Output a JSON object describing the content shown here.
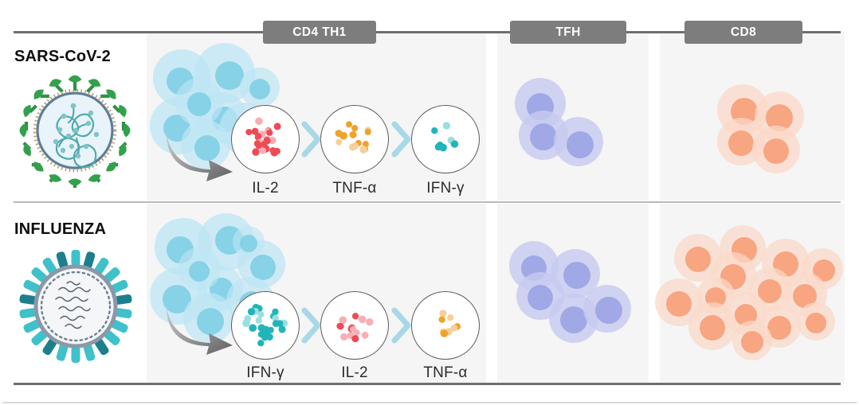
{
  "figure": {
    "type": "immunology-comparison-diagram",
    "columns": [
      {
        "id": "cd4th1",
        "label": "CD4 TH1"
      },
      {
        "id": "tfh",
        "label": "TFH"
      },
      {
        "id": "cd8",
        "label": "CD8"
      }
    ],
    "rows": [
      {
        "id": "sars",
        "label": "SARS-CoV-2",
        "virus_icon": "sars-cov-2-virion-icon",
        "cd4th1": {
          "cell_count": 8,
          "cell_color": "#bde5f4",
          "nucleus_color": "#7fcfe6",
          "arrow_icon": "curved-arrow-icon",
          "cytokines": [
            {
              "name": "IL-2",
              "color": "#ef4a55",
              "pale_color": "#f8aeb2",
              "dots": 24,
              "magnitude": "high"
            },
            {
              "name": "TNF-α",
              "color": "#f0a32a",
              "pale_color": "#f7cf9a",
              "dots": 14,
              "magnitude": "medium"
            },
            {
              "name": "IFN-γ",
              "color": "#21b5bb",
              "pale_color": "#9adfe0",
              "dots": 7,
              "magnitude": "low"
            }
          ],
          "separator_icon": "chevron-right-icon"
        },
        "tfh": {
          "cell_count": 3,
          "cell_color": "#c5caf0",
          "nucleus_color": "#9aa3e4"
        },
        "cd8": {
          "cell_count": 4,
          "cell_color": "#fbd8c8",
          "nucleus_color": "#f79f78"
        }
      },
      {
        "id": "influenza",
        "label": "INFLUENZA",
        "virus_icon": "influenza-virion-icon",
        "cd4th1": {
          "cell_count": 9,
          "cell_color": "#bde5f4",
          "nucleus_color": "#7fcfe6",
          "arrow_icon": "curved-arrow-icon",
          "cytokines": [
            {
              "name": "IFN-γ",
              "color": "#21b5bb",
              "pale_color": "#9adfe0",
              "dots": 24,
              "magnitude": "high"
            },
            {
              "name": "IL-2",
              "color": "#ef4a55",
              "pale_color": "#f8aeb2",
              "dots": 14,
              "magnitude": "medium"
            },
            {
              "name": "TNF-α",
              "color": "#f0a32a",
              "pale_color": "#f7cf9a",
              "dots": 8,
              "magnitude": "low"
            }
          ],
          "separator_icon": "chevron-right-icon"
        },
        "tfh": {
          "cell_count": 5,
          "cell_color": "#c5caf0",
          "nucleus_color": "#9aa3e4"
        },
        "cd8": {
          "cell_count": 14,
          "cell_color": "#fbd8c8",
          "nucleus_color": "#f79f78"
        }
      }
    ],
    "palette": {
      "header_badge_bg": "#7d7d7d",
      "header_badge_text": "#ffffff",
      "panel_bg": "#f5f5f5",
      "rule": "#6e6e6e",
      "circle_stroke": "#5b5b5b",
      "chevron": "#a8d8e8",
      "arrow": "#6f6f6f",
      "sars_spike": "#33a14c",
      "sars_envelope": "#e8f4fa",
      "flu_spike": "#3fc1c9",
      "flu_spike_dark": "#1d7f8c",
      "flu_membrane": "#8a98a8"
    }
  }
}
